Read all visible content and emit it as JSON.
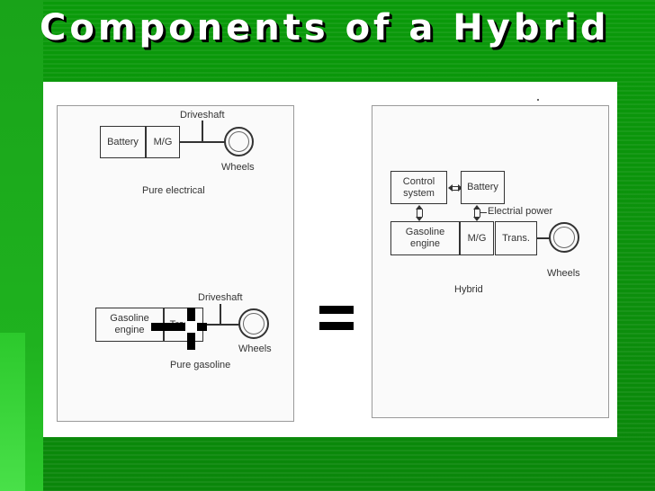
{
  "slide": {
    "title": "Components of a Hybrid"
  },
  "left_diagram": {
    "electric": {
      "battery": "Battery",
      "mg": "M/G",
      "driveshaft": "Driveshaft",
      "wheels": "Wheels",
      "caption": "Pure electrical"
    },
    "gasoline": {
      "engine": "Gasoline engine",
      "trans": "Trans.",
      "driveshaft": "Driveshaft",
      "wheels": "Wheels",
      "caption": "Pure gasoline"
    }
  },
  "right_diagram": {
    "control_system": "Control system",
    "battery": "Battery",
    "electrical_power": "Electrial power",
    "engine": "Gasoline engine",
    "mg": "M/G",
    "trans": "Trans.",
    "wheels": "Wheels",
    "caption": "Hybrid"
  },
  "colors": {
    "background": "#0c8f0c",
    "title_text": "#ffffff",
    "title_shadow": "#000000"
  }
}
